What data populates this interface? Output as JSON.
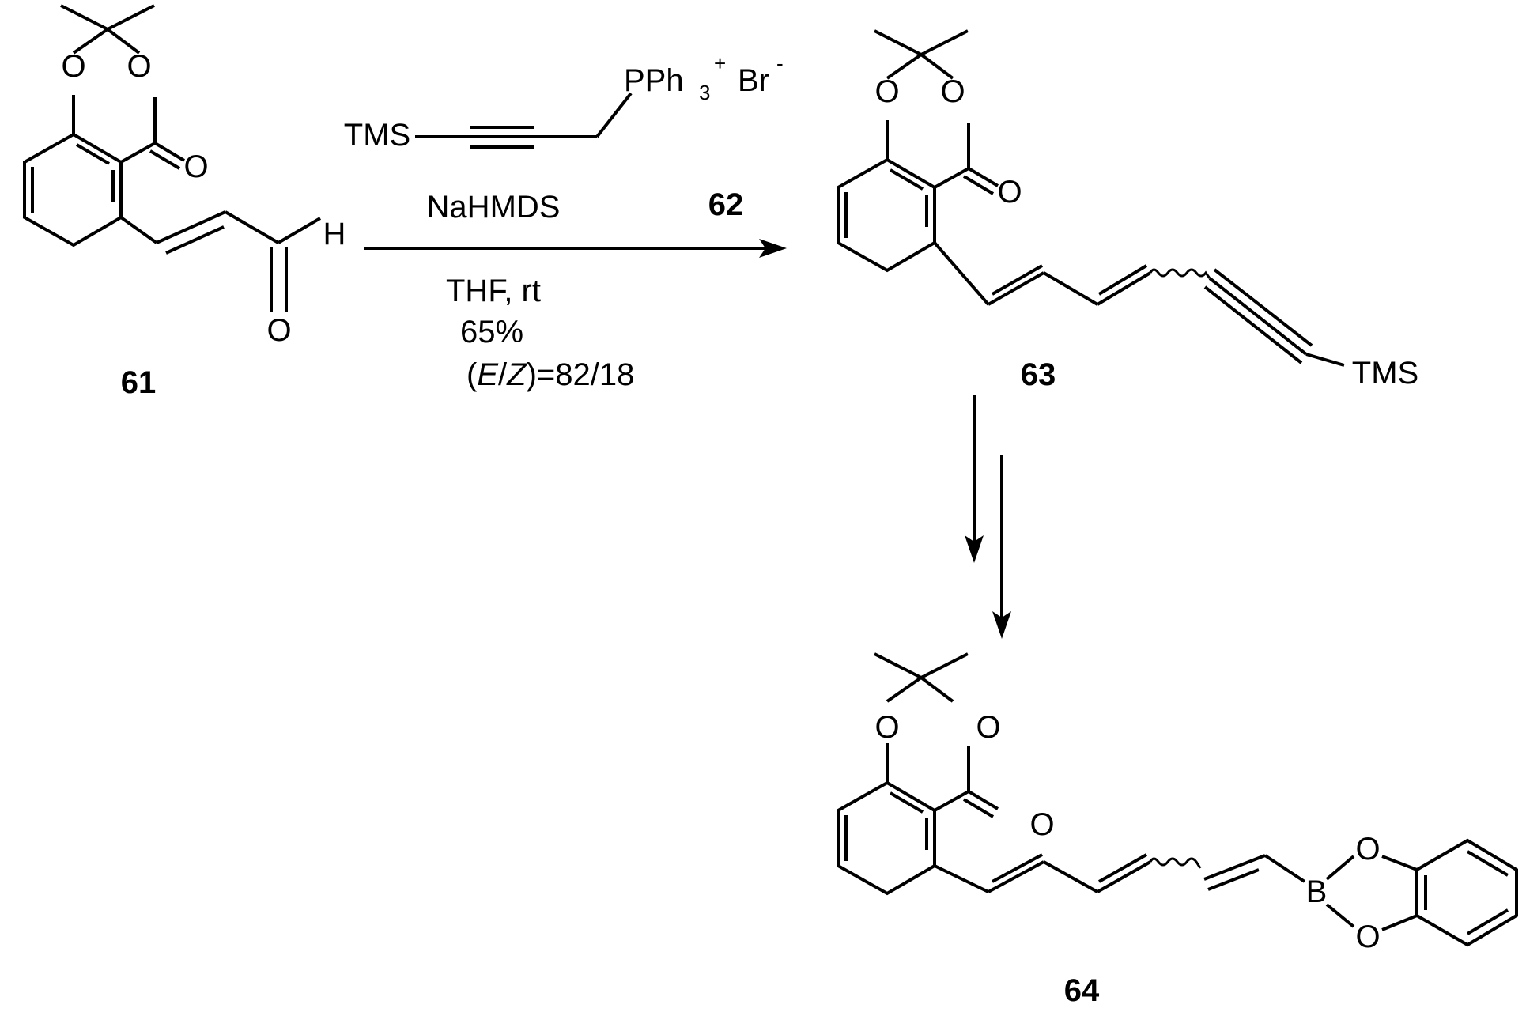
{
  "compound_labels": {
    "c61": "61",
    "c62": "62",
    "c63": "63",
    "c64": "64"
  },
  "atoms": {
    "oxygen": "O",
    "hydrogen": "H",
    "boron": "B",
    "tms": "TMS",
    "phosphonium": "PPh",
    "phosphonium_sub": "3",
    "phosphonium_charge": "+",
    "bromide": "Br",
    "bromide_charge": "-"
  },
  "conditions": {
    "reagent": "NaHMDS",
    "solvent": "THF, rt",
    "yield": "65%",
    "ratio_open": "(",
    "ratio_e": "E",
    "ratio_slash": "/",
    "ratio_z": "Z",
    "ratio_value": ")=82/18"
  },
  "colors": {
    "ink": "#000000",
    "background": "#ffffff"
  }
}
